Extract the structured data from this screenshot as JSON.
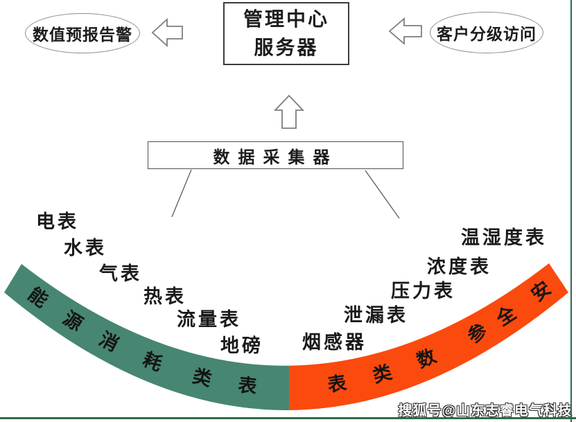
{
  "header": {
    "left_bubble": "数值预报告警",
    "server_line1": "管理中心",
    "server_line2": "服务器",
    "right_bubble": "客户分级访问"
  },
  "collector": {
    "label": "数据采集器"
  },
  "sensors": {
    "left": [
      "电表",
      "水表",
      "气表",
      "热表",
      "流量表",
      "地磅"
    ],
    "right": [
      "温湿度表",
      "浓度表",
      "压力表",
      "泄漏表",
      "烟感器"
    ]
  },
  "band": {
    "green_label": "能源消耗类表",
    "orange_label": "安全参数类表",
    "green_color": "#478672",
    "orange_color": "#fb4a0d"
  },
  "icons": {
    "left_arrow": "left-arrow-icon",
    "right_arrow": "left-arrow-icon",
    "up_arrow": "up-arrow-icon"
  },
  "frame_color": "#2e6b4a",
  "watermark": {
    "text": "搜狐号@山东志睿电气科技"
  }
}
